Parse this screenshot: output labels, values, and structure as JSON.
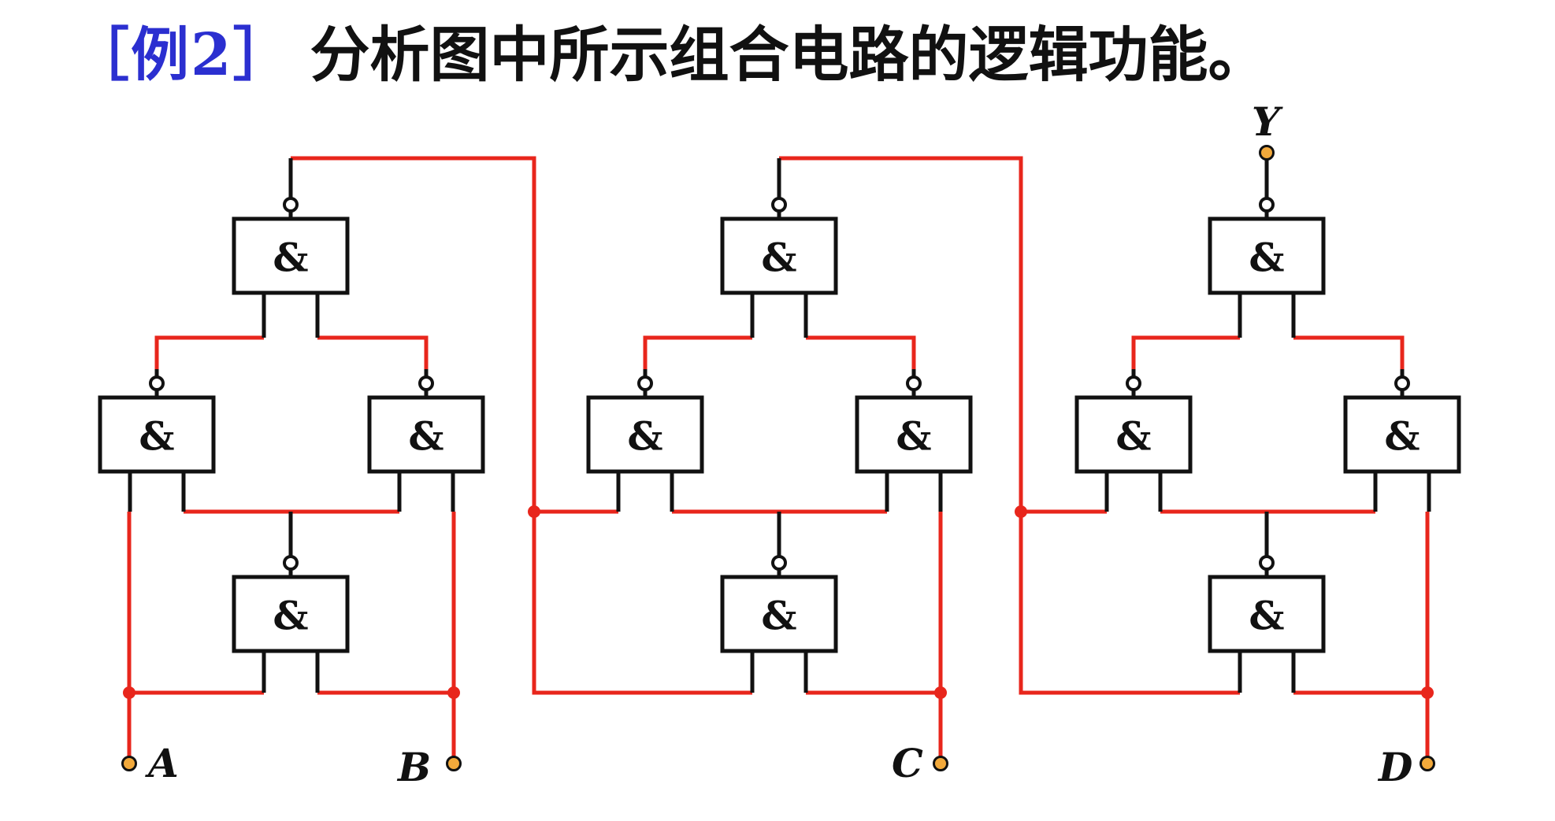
{
  "title": {
    "tag": "［例2］",
    "text": "分析图中所示组合电路的逻辑功能。"
  },
  "gate_symbol": "&",
  "terminals": {
    "inputs": [
      "A",
      "B",
      "C",
      "D"
    ],
    "output": "Y"
  },
  "colors": {
    "title_tag": "#2b2fd0",
    "wire": "#e8261c",
    "terminal": "#f2a93b",
    "gate": "#111111"
  }
}
